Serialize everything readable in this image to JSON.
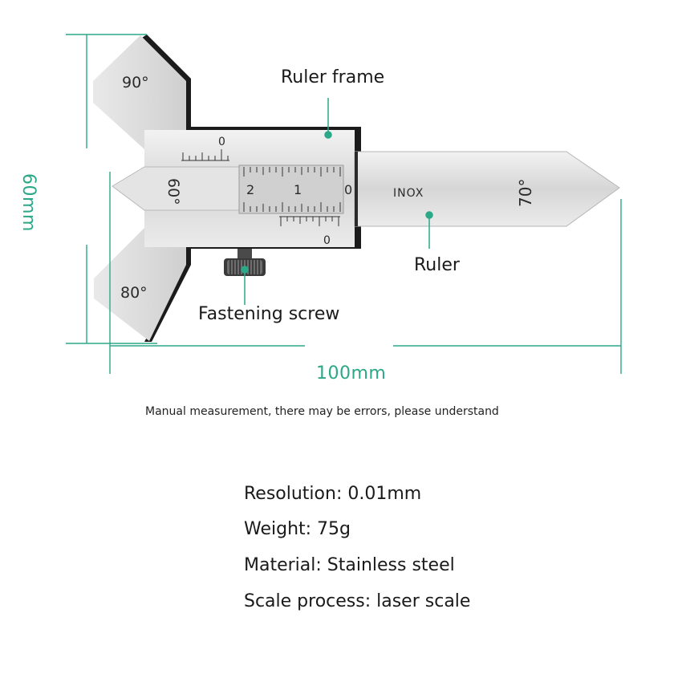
{
  "diagram": {
    "engravings": {
      "angle_top": "90°",
      "angle_bottom": "80°",
      "angle_left": "60°",
      "angle_right": "70°",
      "brand": "INOX",
      "frame_zero_top": "0",
      "frame_zero_bottom": "0",
      "scale_2": "2",
      "scale_1": "1",
      "scale_0": "0"
    },
    "labels": {
      "ruler_frame": "Ruler frame",
      "ruler": "Ruler",
      "fastening_screw": "Fastening screw"
    },
    "dimensions": {
      "height": "60mm",
      "width": "100mm"
    },
    "note": "Manual measurement, there may be errors, please understand"
  },
  "specs": [
    "Resolution: 0.01mm",
    "Weight: 75g",
    "Material: Stainless steel",
    "Scale process: laser scale"
  ],
  "colors": {
    "accent": "#2aa887",
    "metal": "#d8d8d8",
    "edge": "#1a1a1a"
  }
}
